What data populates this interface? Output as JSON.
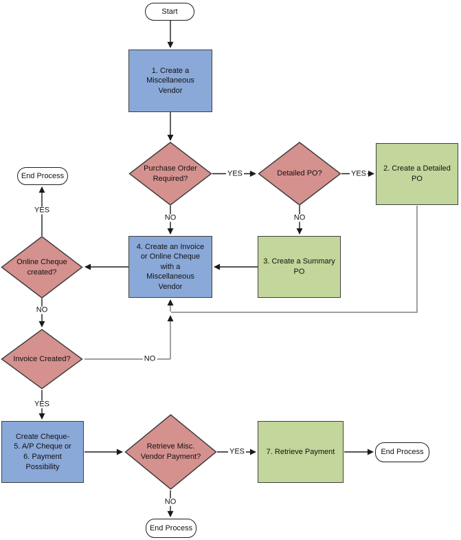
{
  "palette": {
    "process_fill_blue": "#8AA8D8",
    "process_fill_green": "#C3D69B",
    "decision_fill_red": "#D5918E",
    "terminator_fill": "#FFFFFF",
    "shape_border": "#3F3F3F",
    "terminator_border": "#1C1C1C",
    "connector_black": "#1A1A1A",
    "connector_gray": "#7F7F7F",
    "text": "#111111"
  },
  "nodes": {
    "start": {
      "label": "Start"
    },
    "step1": {
      "label": "1. Create a\nMiscellaneous\nVendor"
    },
    "q_po_required": {
      "label": "Purchase Order\nRequired?"
    },
    "q_detailed_po": {
      "label": "Detailed PO?"
    },
    "step2": {
      "label": "2. Create a Detailed\nPO"
    },
    "step3": {
      "label": "3. Create a Summary\nPO"
    },
    "step4": {
      "label": "4. Create an Invoice\nor Online Cheque\nwith a\nMiscellaneous\nVendor"
    },
    "q_online_cheque": {
      "label": "Online Cheque\ncreated?"
    },
    "end_top": {
      "label": "End Process"
    },
    "q_invoice_created": {
      "label": "Invoice Created?"
    },
    "step5_6": {
      "label": "Create Cheque-\n5. A/P Cheque or\n6. Payment\nPossibility"
    },
    "q_retrieve_payment": {
      "label": "Retrieve Misc.\nVendor Payment?"
    },
    "step7": {
      "label": "7. Retrieve Payment"
    },
    "end_right": {
      "label": "End Process"
    },
    "end_bottom": {
      "label": "End Process"
    }
  },
  "edge_labels": {
    "po_required_yes": "YES",
    "po_required_no": "NO",
    "detailed_po_yes": "YES",
    "detailed_po_no": "NO",
    "online_cheque_yes": "YES",
    "online_cheque_no": "NO",
    "invoice_created_yes": "YES",
    "invoice_created_no": "NO",
    "retrieve_payment_yes": "YES",
    "retrieve_payment_no": "NO"
  }
}
